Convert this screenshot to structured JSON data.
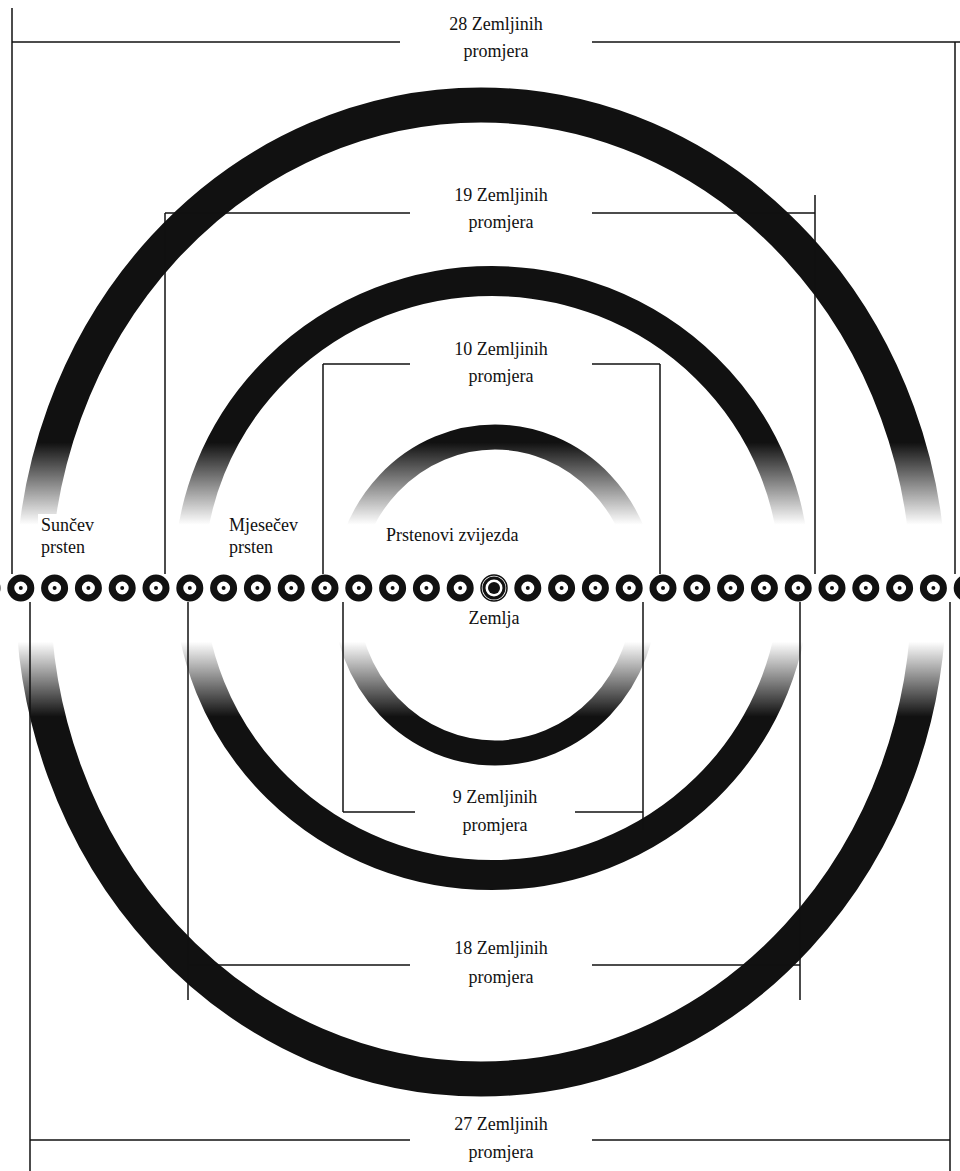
{
  "diagram": {
    "labels": [
      "28 Zemljinih promjera",
      "19 Zemljinih promjera",
      "10 Zemljinih promjera",
      "Sunčev prsten",
      "Mjesečev prsten",
      "Prstenovi zvijezda",
      "Zemlja",
      "9 Zemljinih promjera",
      "18 Zemljinih promjera",
      "27 Zemljinih promjera"
    ]
  }
}
